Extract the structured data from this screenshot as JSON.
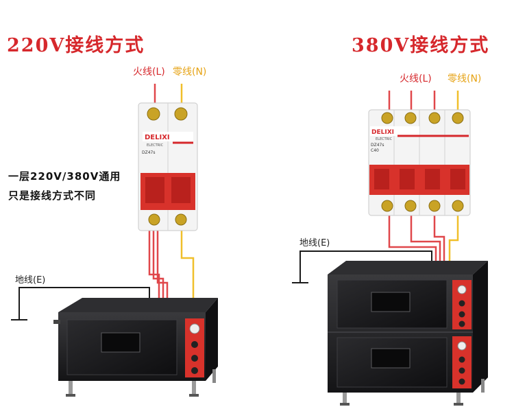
{
  "single_phase": {
    "title": "220V接线方式",
    "live_label": "火线(L)",
    "neutral_label": "零线(N)",
    "earth_label": "地线(E)",
    "breaker_brand": "DELIXI",
    "breaker_sub": "ELECTRIC",
    "breaker_model": "DZ47s"
  },
  "three_phase": {
    "title": "380V接线方式",
    "live_label": "火线(L)",
    "neutral_label": "零线(N)",
    "earth_label": "地线(E)",
    "breaker_brand": "DELIXI",
    "breaker_sub": "ELECTRIC",
    "breaker_model": "DZ47s",
    "breaker_rating": "C40"
  },
  "note": {
    "line1": "一层220V/380V通用",
    "line2": "只是接线方式不同"
  },
  "colors": {
    "title": "#d6282c",
    "live_wire": "#e0474a",
    "neutral_wire": "#f0bf2a",
    "earth_wire": "#1a1a1a",
    "oven_body": "#1d1d1f",
    "control_panel": "#d8322b"
  }
}
